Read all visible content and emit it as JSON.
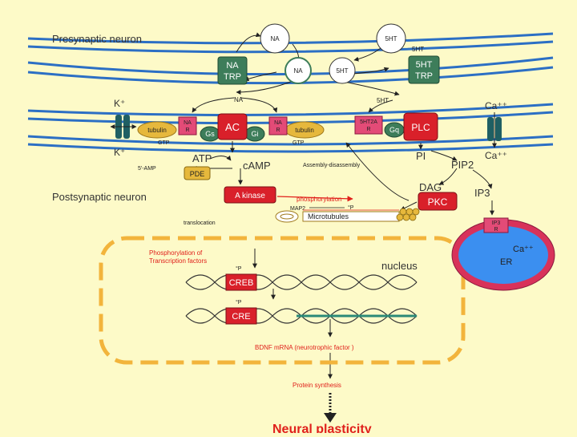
{
  "title_presynaptic": "Presynaptic neuron",
  "title_postsynaptic": "Postsynaptic neuron",
  "na": "NA",
  "sht": "5HT",
  "na_trp": [
    "NA",
    "TRP"
  ],
  "sht_trp": [
    "5HT",
    "TRP"
  ],
  "na_r": [
    "NA",
    "R"
  ],
  "sht2a_r": [
    "5HT2A",
    "R"
  ],
  "tubulin": "tubulin",
  "gs": "Gs",
  "gi": "Gi",
  "gq": "Gq",
  "gtp": "GTP",
  "ac": "AC",
  "plc": "PLC",
  "k_plus": "K⁺",
  "ca_plus": "Ca⁺⁺",
  "atp": "ATP",
  "camp": "cAMP",
  "five_amp": "5'-AMP",
  "pde": "PDE",
  "a_kinase": "A kinase",
  "assembly": "Assembly-disassembly",
  "pi": "PI",
  "pip2": "PIP2",
  "dag": "DAG",
  "pkc": "PKC",
  "ip3": "IP3",
  "ip3_r": [
    "IP3",
    "R"
  ],
  "er": "ER",
  "phosphorylation": "phosphorylation",
  "map2": "MAP2",
  "p_label": "°P",
  "microtubules": "Microtubules",
  "translocation": "translocation",
  "phos_tf": [
    "Phosphorylation of",
    "Transcription factors"
  ],
  "nucleus": "nucleus",
  "creb": "CREB",
  "cre": "CRE",
  "bdnf": "BDNF mRNA (neurotrophic factor )",
  "protein": "Protein synthesis",
  "plasticity": "Neural plasticity",
  "colors": {
    "background": "#fdfac8",
    "membrane": "#2c6fc4",
    "transporter": "#3d7d5a",
    "receptor": "#e34b77",
    "enzyme": "#d9202a",
    "g_protein": "#3d7d5a",
    "tubulin": "#e6b83c",
    "nucleus_border": "#f2b43c",
    "er_outer": "#d8325a",
    "er_inner": "#3b8ff0",
    "dna": "#2a8a78",
    "red_text": "#e0201b"
  }
}
